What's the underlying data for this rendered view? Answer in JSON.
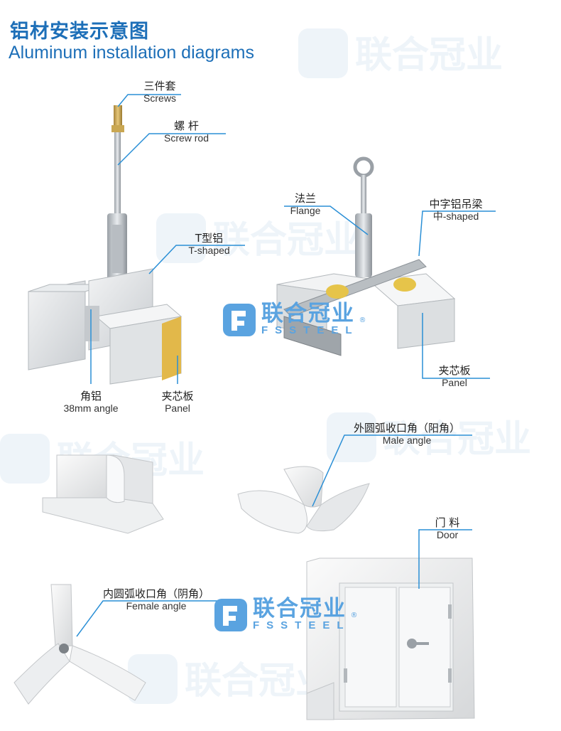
{
  "title": {
    "cn": "铝材安装示意图",
    "en": "Aluminum installation diagrams"
  },
  "labels": {
    "screws": {
      "cn": "三件套",
      "en": "Screws"
    },
    "screw_rod": {
      "cn": "螺 杆",
      "en": "Screw rod"
    },
    "t_shaped": {
      "cn": "T型铝",
      "en": "T-shaped"
    },
    "angle_38": {
      "cn": "角铝",
      "en": "38mm angle"
    },
    "panel_left": {
      "cn": "夹芯板",
      "en": "Panel"
    },
    "flange": {
      "cn": "法兰",
      "en": "Flange"
    },
    "zhong_beam": {
      "cn": "中字铝吊梁",
      "en": "中-shaped"
    },
    "panel_right": {
      "cn": "夹芯板",
      "en": "Panel"
    },
    "male_angle": {
      "cn": "外圆弧收口角（阳角）",
      "en": "Male angle"
    },
    "door": {
      "cn": "门 料",
      "en": "Door"
    },
    "female_angle": {
      "cn": "内圆弧收口角（阴角）",
      "en": "Female angle"
    }
  },
  "logo": {
    "cn": "联合冠业",
    "en": "FSSTEEL",
    "reg": "®"
  },
  "colors": {
    "title": "#1d6fb8",
    "leader": "#2a8fd6",
    "logo": "#5aa3e0"
  }
}
